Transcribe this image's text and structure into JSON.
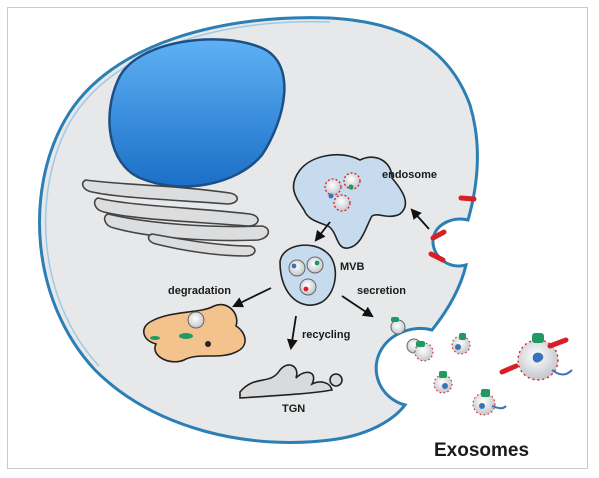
{
  "labels": {
    "endosome": "endosome",
    "mvb": "MVB",
    "degradation": "degradation",
    "recycling": "recycling",
    "secretion": "secretion",
    "tgn": "TGN",
    "exosomes": "Exosomes"
  },
  "colors": {
    "cytoplasm": "#e6e7e8",
    "membrane": "#3a8fc0",
    "nucleus": "#2f8de0",
    "golgi": "#d7d8d9",
    "endosome": "#c7def0",
    "lysosome": "#f4c28d",
    "receptor": "#d81f26",
    "cargo_green": "#1f9a63",
    "cargo_blue": "#3a73b7"
  },
  "icons": [
    "arrow-icon"
  ]
}
